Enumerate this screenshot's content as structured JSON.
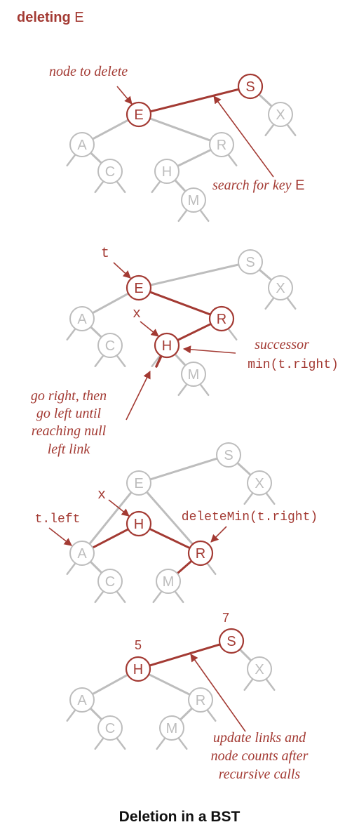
{
  "header": {
    "prefix": "deleting",
    "key": "E"
  },
  "caption": "Deletion in a BST",
  "colors": {
    "accent": "#a33a33",
    "muted": "#bdbdbd",
    "fill": "#ffffff"
  },
  "panels": [
    {
      "nodes": [
        {
          "id": "S",
          "label": "S",
          "style": "accent"
        },
        {
          "id": "E",
          "label": "E",
          "style": "accent"
        },
        {
          "id": "X",
          "label": "X",
          "style": "muted"
        },
        {
          "id": "A",
          "label": "A",
          "style": "muted"
        },
        {
          "id": "R",
          "label": "R",
          "style": "muted"
        },
        {
          "id": "C",
          "label": "C",
          "style": "muted"
        },
        {
          "id": "H",
          "label": "H",
          "style": "muted"
        },
        {
          "id": "M",
          "label": "M",
          "style": "muted"
        }
      ],
      "edges": [
        {
          "from": "S",
          "to": "E",
          "style": "accent"
        },
        {
          "from": "S",
          "to": "X",
          "style": "muted"
        },
        {
          "from": "E",
          "to": "A",
          "style": "muted"
        },
        {
          "from": "E",
          "to": "R",
          "style": "muted"
        },
        {
          "from": "A",
          "to": "C",
          "style": "muted"
        },
        {
          "from": "R",
          "to": "H",
          "style": "muted"
        },
        {
          "from": "H",
          "to": "M",
          "style": "muted"
        }
      ],
      "annotations": [
        {
          "text": "node to delete",
          "font": "serif"
        },
        {
          "text": "search for key",
          "suffix": "E",
          "font": "serif"
        }
      ]
    },
    {
      "nodes": [
        {
          "id": "S",
          "label": "S",
          "style": "muted"
        },
        {
          "id": "E",
          "label": "E",
          "style": "accent"
        },
        {
          "id": "X",
          "label": "X",
          "style": "muted"
        },
        {
          "id": "A",
          "label": "A",
          "style": "muted"
        },
        {
          "id": "R",
          "label": "R",
          "style": "accent"
        },
        {
          "id": "C",
          "label": "C",
          "style": "muted"
        },
        {
          "id": "H",
          "label": "H",
          "style": "accent"
        },
        {
          "id": "M",
          "label": "M",
          "style": "muted"
        }
      ],
      "edges": [
        {
          "from": "S",
          "to": "E",
          "style": "muted"
        },
        {
          "from": "S",
          "to": "X",
          "style": "muted"
        },
        {
          "from": "E",
          "to": "A",
          "style": "muted"
        },
        {
          "from": "E",
          "to": "R",
          "style": "accent"
        },
        {
          "from": "A",
          "to": "C",
          "style": "muted"
        },
        {
          "from": "R",
          "to": "H",
          "style": "accent"
        },
        {
          "from": "H",
          "to": "M",
          "style": "muted"
        }
      ],
      "annotations": [
        {
          "text": "t",
          "font": "mono"
        },
        {
          "text": "x",
          "font": "mono"
        },
        {
          "text": "successor",
          "font": "serif"
        },
        {
          "text": "min(t.right)",
          "font": "mono"
        },
        {
          "text": "go right, then",
          "font": "serif"
        },
        {
          "text": "go left until",
          "font": "serif"
        },
        {
          "text": "reaching null",
          "font": "serif"
        },
        {
          "text": "left link",
          "font": "serif"
        }
      ]
    },
    {
      "nodes": [
        {
          "id": "S",
          "label": "S",
          "style": "muted"
        },
        {
          "id": "E",
          "label": "E",
          "style": "muted"
        },
        {
          "id": "X",
          "label": "X",
          "style": "muted"
        },
        {
          "id": "H",
          "label": "H",
          "style": "accent"
        },
        {
          "id": "A",
          "label": "A",
          "style": "muted"
        },
        {
          "id": "R",
          "label": "R",
          "style": "accent"
        },
        {
          "id": "C",
          "label": "C",
          "style": "muted"
        },
        {
          "id": "M",
          "label": "M",
          "style": "muted"
        }
      ],
      "edges": [
        {
          "from": "S",
          "to": "E",
          "style": "muted"
        },
        {
          "from": "S",
          "to": "X",
          "style": "muted"
        },
        {
          "from": "E",
          "to": "A",
          "style": "muted"
        },
        {
          "from": "E",
          "to": "R",
          "style": "muted"
        },
        {
          "from": "H",
          "to": "A",
          "style": "accent"
        },
        {
          "from": "H",
          "to": "R",
          "style": "accent"
        },
        {
          "from": "A",
          "to": "C",
          "style": "muted"
        },
        {
          "from": "R",
          "to": "M",
          "style": "accent"
        }
      ],
      "annotations": [
        {
          "text": "x",
          "font": "mono"
        },
        {
          "text": "t.left",
          "font": "mono"
        },
        {
          "text": "deleteMin(t.right)",
          "font": "mono"
        }
      ]
    },
    {
      "nodes": [
        {
          "id": "S",
          "label": "S",
          "style": "accent"
        },
        {
          "id": "H",
          "label": "H",
          "style": "accent"
        },
        {
          "id": "X",
          "label": "X",
          "style": "muted"
        },
        {
          "id": "A",
          "label": "A",
          "style": "muted"
        },
        {
          "id": "R",
          "label": "R",
          "style": "muted"
        },
        {
          "id": "C",
          "label": "C",
          "style": "muted"
        },
        {
          "id": "M",
          "label": "M",
          "style": "muted"
        }
      ],
      "edges": [
        {
          "from": "S",
          "to": "H",
          "style": "accent"
        },
        {
          "from": "S",
          "to": "X",
          "style": "muted"
        },
        {
          "from": "H",
          "to": "A",
          "style": "muted"
        },
        {
          "from": "H",
          "to": "R",
          "style": "muted"
        },
        {
          "from": "A",
          "to": "C",
          "style": "muted"
        },
        {
          "from": "R",
          "to": "M",
          "style": "muted"
        }
      ],
      "annotations": [
        {
          "text": "7",
          "font": "sans"
        },
        {
          "text": "5",
          "font": "sans"
        },
        {
          "text": "update links and",
          "font": "serif"
        },
        {
          "text": "node counts after",
          "font": "serif"
        },
        {
          "text": "recursive calls",
          "font": "serif"
        }
      ]
    }
  ]
}
